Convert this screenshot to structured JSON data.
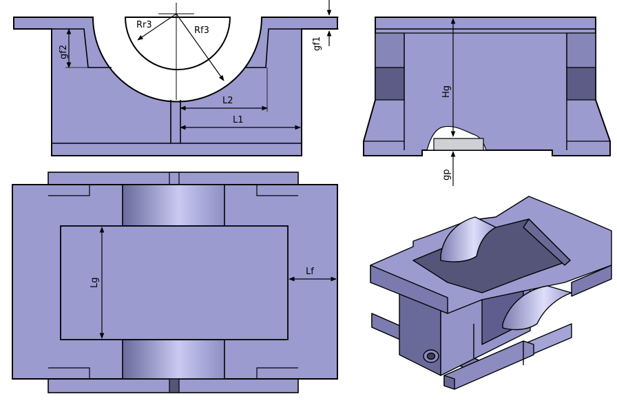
{
  "labels": {
    "rr3": "Rr3",
    "rf3": "Rf3",
    "gf1": "gf1",
    "gf2": "gf2",
    "l1": "L1",
    "l2": "L2",
    "hg": "Hg",
    "gp": "gp",
    "lg": "Lg",
    "lf": "Lf"
  },
  "colors": {
    "body": "#9b9bd0",
    "body_light": "#b7b7e6",
    "body_shade": "#707098",
    "dark": "#55557a",
    "cut_fill": "#cfcfd6",
    "line": "#000000"
  }
}
